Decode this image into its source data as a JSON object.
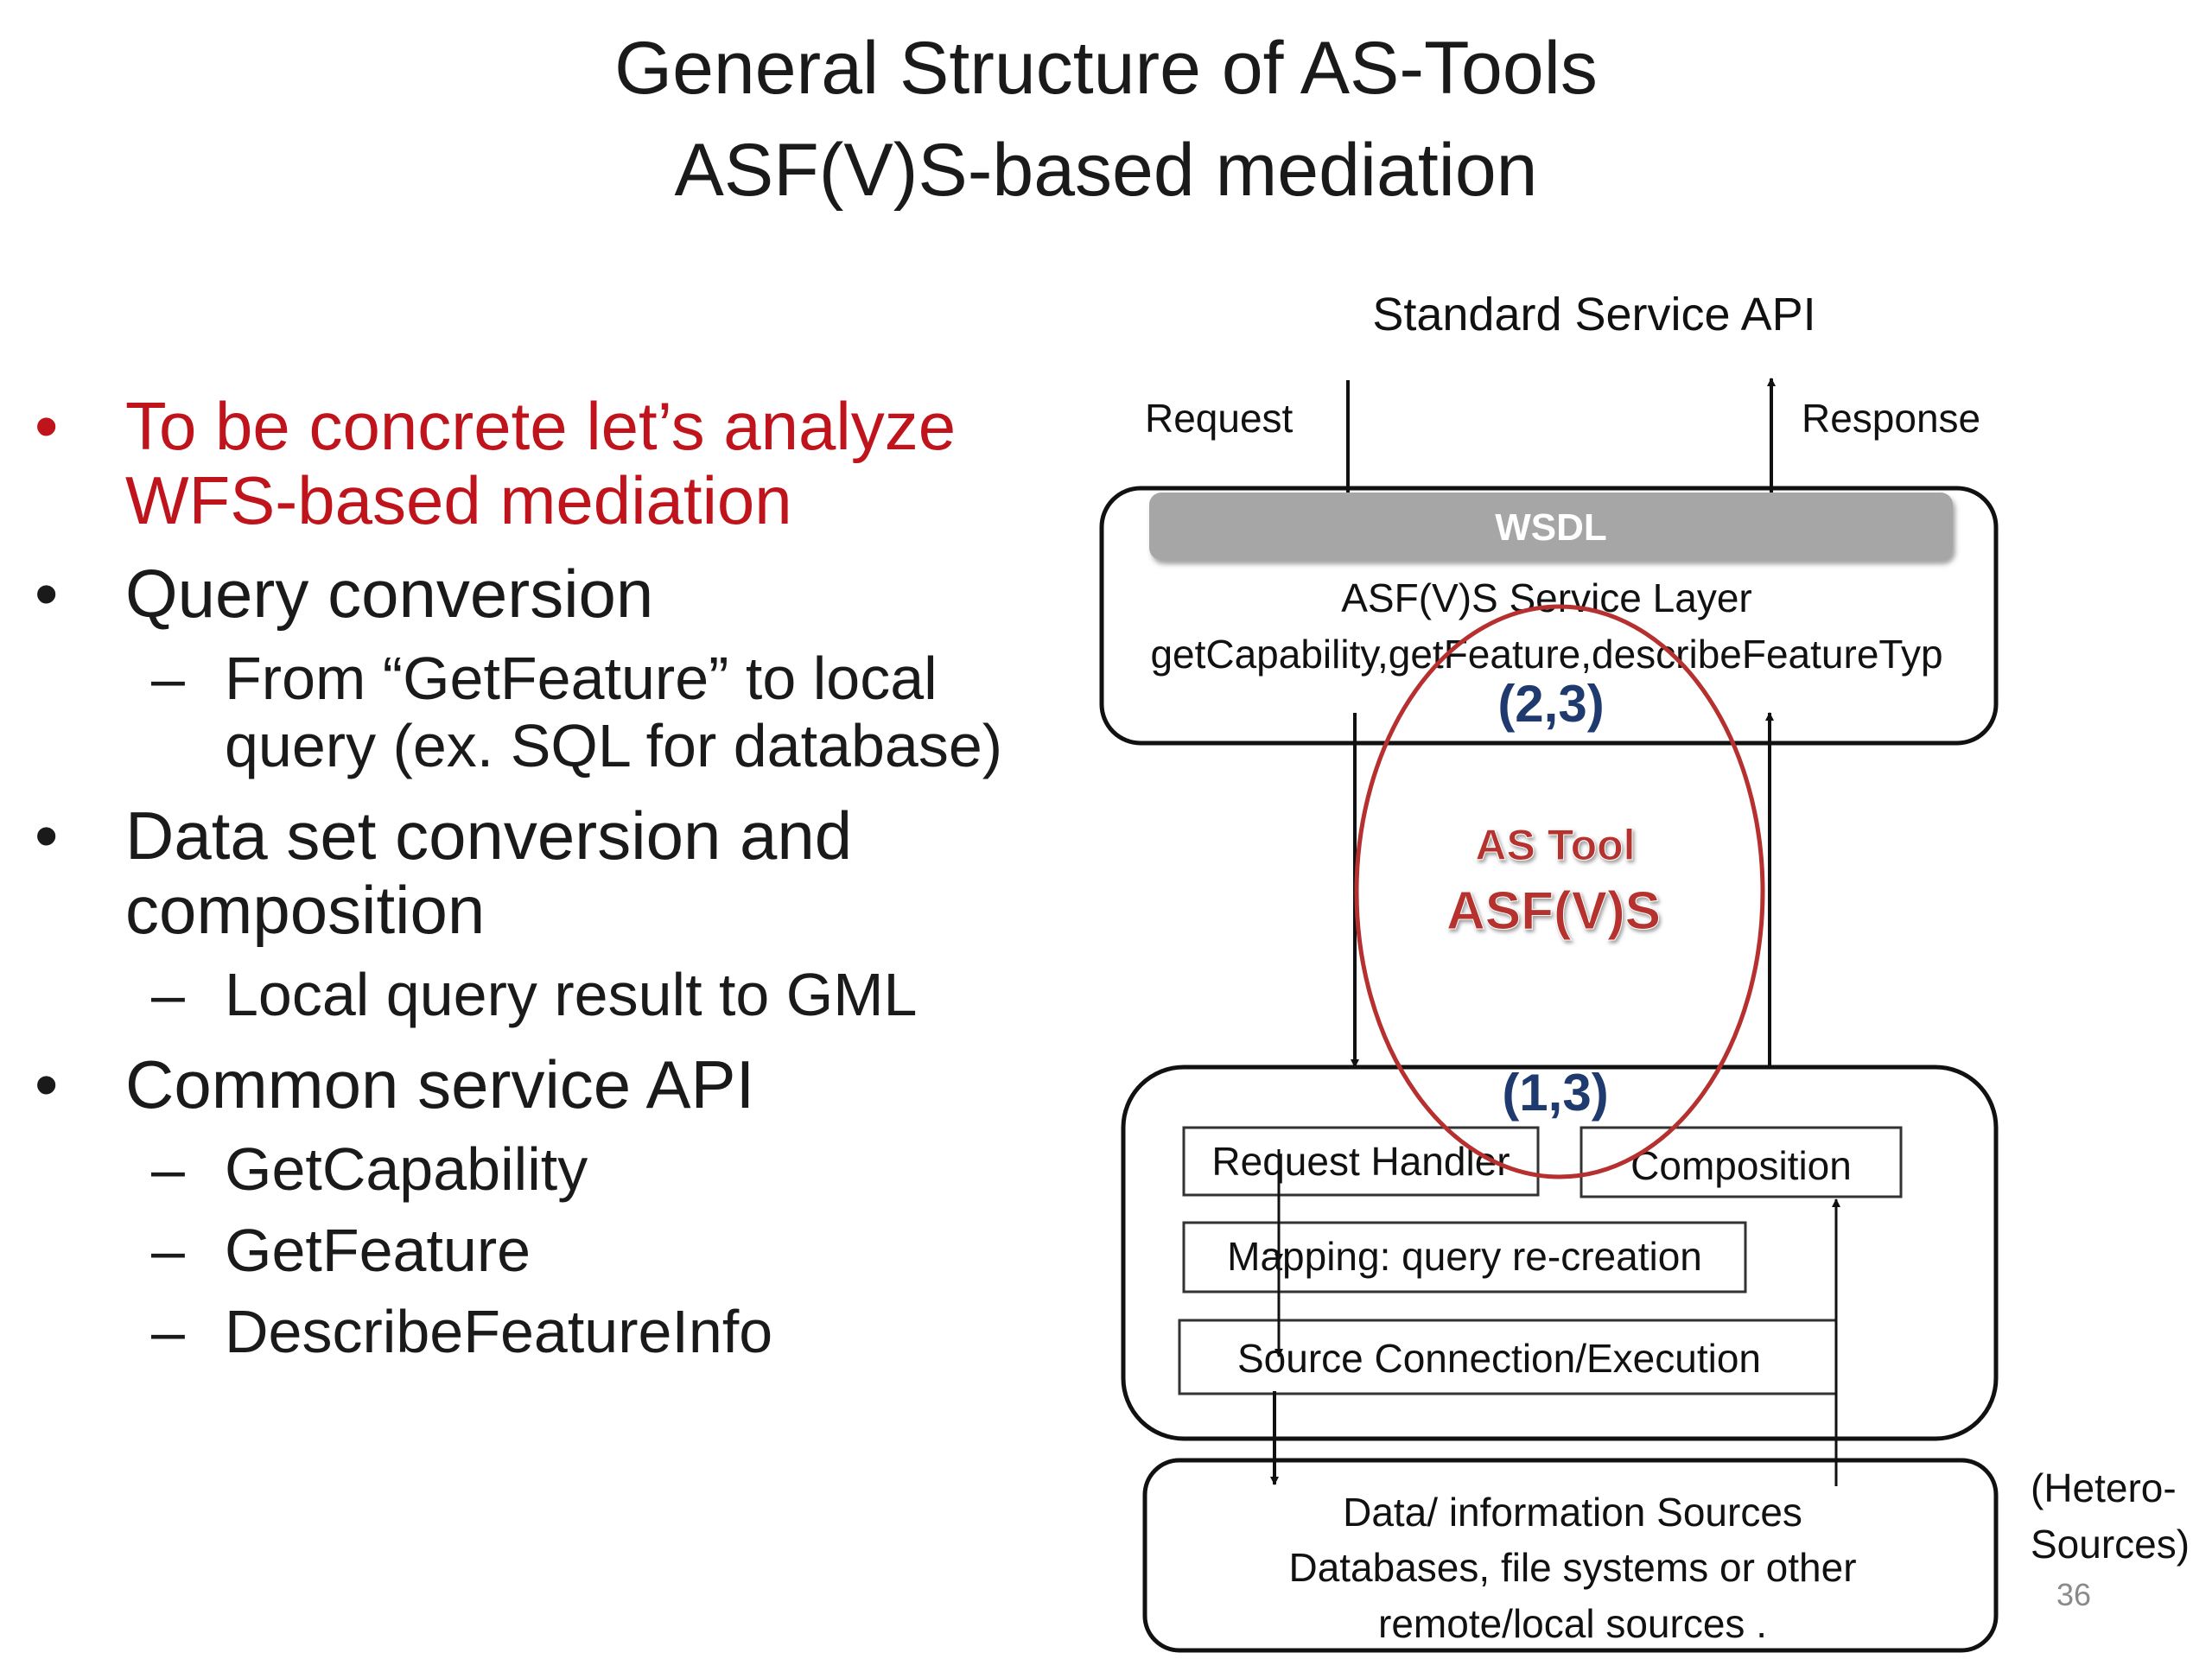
{
  "title": {
    "line1": "General Structure of AS-Tools",
    "line2": "ASF(V)S-based mediation"
  },
  "bullets": [
    {
      "text_line1": "To be concrete let’s analyze",
      "text_line2": "WFS-based mediation",
      "color": "#c0141c"
    },
    {
      "text": "Query conversion",
      "sub": [
        {
          "line1": "From “GetFeature” to local",
          "line2": "query (ex. SQL for database)"
        }
      ]
    },
    {
      "text_line1": "Data set conversion and",
      "text_line2": "composition",
      "sub": [
        {
          "text": "Local query result to GML"
        }
      ]
    },
    {
      "text": "Common service API",
      "sub": [
        {
          "text": "GetCapability"
        },
        {
          "text": "GetFeature"
        },
        {
          "text": "DescribeFeatureInfo"
        }
      ]
    }
  ],
  "bullet_glyph": "•",
  "dash_glyph": "–",
  "diagram": {
    "api_label": "Standard Service API",
    "request_label": "Request",
    "response_label": "Response",
    "wsdl_label": "WSDL",
    "service_layer_title": "ASF(V)S Service Layer",
    "service_layer_ops": "getCapability,getFeature,describeFeatureTyp",
    "step_top": "(2,3)",
    "step_bottom": "(1,3)",
    "tool_label": "AS Tool",
    "tool_name": "ASF(V)S",
    "request_handler": "Request Handler",
    "composition": "Composition",
    "mapping": "Mapping: query re-creation",
    "source_connection": "Source Connection/Execution",
    "sources_line1": "Data/ information Sources",
    "sources_line2": "Databases, file systems or other",
    "sources_line3": "remote/local sources .",
    "hetero_line1": "(Hetero-",
    "hetero_line2": "Sources)",
    "accent_red": "#b5302e",
    "step_color": "#1f3a6e",
    "wsdl_fill": "#a6a6a6"
  },
  "page_number": "36"
}
